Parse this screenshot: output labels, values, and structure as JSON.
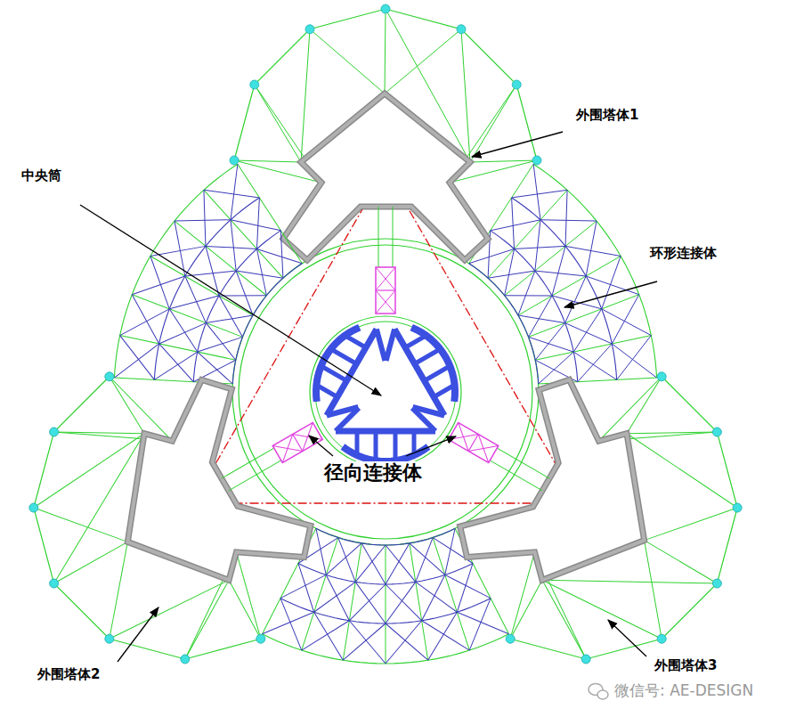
{
  "diagram": {
    "labels": [
      "外围塔体1",
      "中央筒",
      "环形连接体",
      "径向连接体",
      "外围塔体2",
      "外围塔体3",
      "微信号: AE-DESIGN"
    ]
  }
}
